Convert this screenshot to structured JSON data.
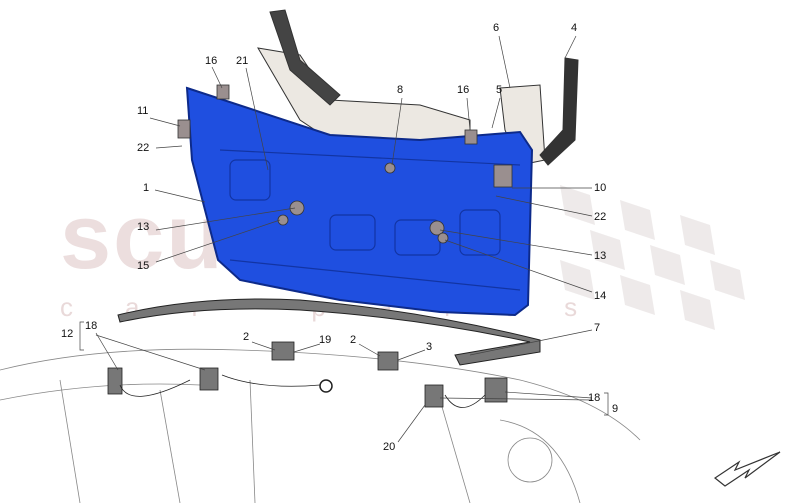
{
  "watermark": {
    "brand": "scuderia",
    "sub": "car parts"
  },
  "callouts": [
    "16",
    "21",
    "11",
    "22",
    "1",
    "13",
    "15",
    "8",
    "16",
    "5",
    "6",
    "4",
    "10",
    "22",
    "13",
    "14",
    "7",
    "12",
    "18",
    "2",
    "19",
    "2",
    "3",
    "18",
    "9",
    "20"
  ],
  "colors": {
    "panel": "#1f4fe0",
    "panel_edge": "#0d2a8a",
    "part": "#8a8a8a",
    "bracket": "#e8e4de"
  }
}
